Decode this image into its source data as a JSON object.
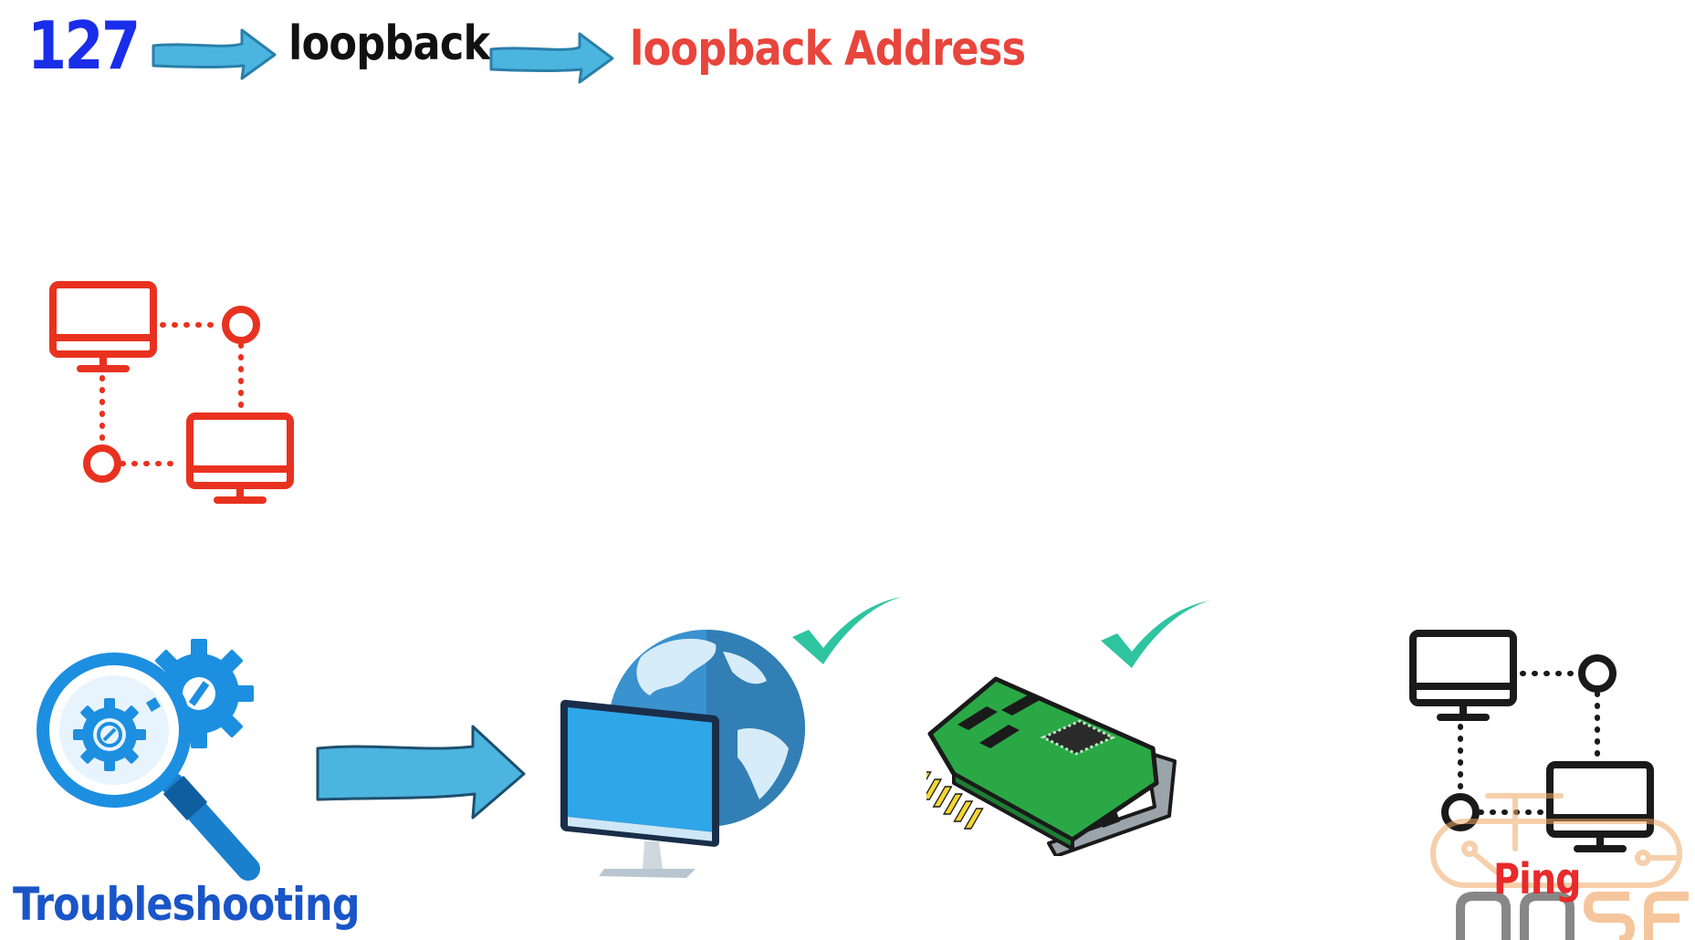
{
  "header": {
    "number": "127",
    "term": "loopback",
    "result": "loopback Address"
  },
  "bottom": {
    "troubleshooting_label": "Troubleshooting",
    "ping_label": "Ping"
  },
  "colors": {
    "number": "#1a2de8",
    "term": "#111111",
    "result": "#e8453c",
    "troubleshooting": "#1a55c8",
    "ping": "#e82a2a",
    "arrow_fill": "#4bb5e0",
    "arrow_stroke": "#2a7fa8",
    "network_red": "#e8321f",
    "network_black": "#1a1a1a",
    "check": "#2ec4a0",
    "magnifier": "#1d8fe0",
    "gear_blue": "#1d8fe0",
    "card_green": "#2aa845",
    "monitor_screen": "#2fa6e8",
    "globe": "#3a92cf"
  },
  "icons": [
    "arrow-right-icon",
    "network-computers-icon",
    "troubleshooting-magnifier-gears-icon",
    "big-arrow-right-icon",
    "globe-computer-icon",
    "checkmark-icon",
    "network-card-icon",
    "watermark-logo-icon"
  ]
}
